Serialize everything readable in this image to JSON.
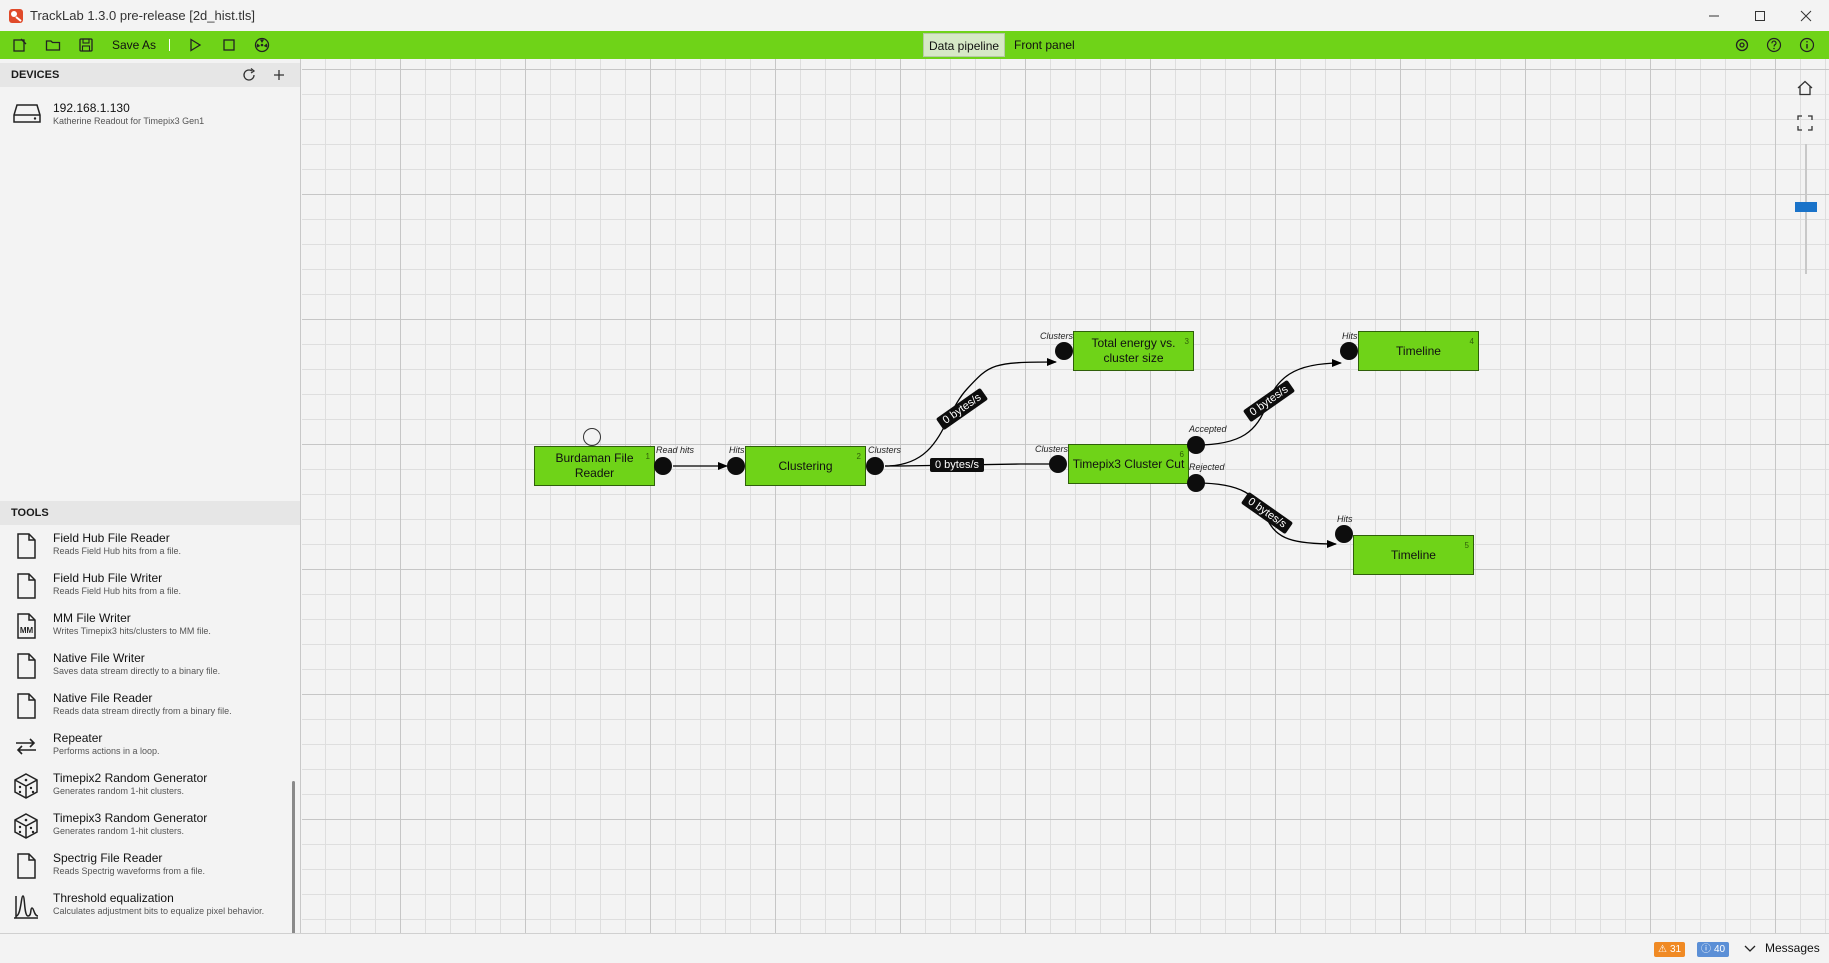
{
  "window": {
    "title": "TrackLab 1.3.0 pre-release [2d_hist.tls]"
  },
  "toolbar": {
    "save_as_label": "Save As",
    "tabs": [
      "Data pipeline",
      "Front panel"
    ]
  },
  "devices": {
    "header": "DEVICES",
    "items": [
      {
        "name": "192.168.1.130",
        "description": "Katherine Readout for Timepix3 Gen1"
      }
    ]
  },
  "tools": {
    "header": "TOOLS",
    "items": [
      {
        "name": "Field Hub File Reader",
        "description": "Reads Field Hub hits from a file.",
        "icon": "file-icon"
      },
      {
        "name": "Field Hub File Writer",
        "description": "Reads Field Hub hits from a file.",
        "icon": "file-icon"
      },
      {
        "name": "MM File Writer",
        "description": "Writes Timepix3 hits/clusters to MM file.",
        "icon": "mm-file-icon"
      },
      {
        "name": "Native File Writer",
        "description": "Saves data stream directly to a binary file.",
        "icon": "file-icon"
      },
      {
        "name": "Native File Reader",
        "description": "Reads data stream directly from a binary file.",
        "icon": "file-icon"
      },
      {
        "name": "Repeater",
        "description": "Performs actions in a loop.",
        "icon": "repeat-icon"
      },
      {
        "name": "Timepix2 Random Generator",
        "description": "Generates random 1-hit clusters.",
        "icon": "dice-icon"
      },
      {
        "name": "Timepix3 Random Generator",
        "description": "Generates random 1-hit clusters.",
        "icon": "dice-icon"
      },
      {
        "name": "Spectrig File Reader",
        "description": "Reads Spectrig waveforms from a file.",
        "icon": "file-icon"
      },
      {
        "name": "Threshold equalization",
        "description": "Calculates adjustment bits to equalize pixel behavior.",
        "icon": "histogram-icon"
      }
    ]
  },
  "pipeline": {
    "nodes": [
      {
        "id": "1",
        "label": "Burdaman File Reader"
      },
      {
        "id": "2",
        "label": "Clustering"
      },
      {
        "id": "3",
        "label": "Total energy vs. cluster size"
      },
      {
        "id": "4",
        "label": "Timeline"
      },
      {
        "id": "5",
        "label": "Timeline"
      },
      {
        "id": "6",
        "label": "Timepix3 Cluster Cut"
      }
    ],
    "port_labels": {
      "reader_out": "Read hits",
      "clustering_in": "Hits",
      "clustering_out": "Clusters",
      "energy_in": "Clusters",
      "cut_in": "Clusters",
      "cut_accepted": "Accepted",
      "cut_rejected": "Rejected",
      "timeline4_in": "Hits",
      "timeline5_in": "Hits"
    },
    "rates": {
      "clustering_to_energy": "0 bytes/s",
      "clustering_to_cut": "0 bytes/s",
      "accepted_to_timeline": "0 bytes/s",
      "rejected_to_timeline": "0 bytes/s"
    }
  },
  "status": {
    "warnings": "31",
    "infos": "40",
    "messages_label": "Messages"
  },
  "colors": {
    "accent_green": "#6fd318",
    "warning_badge": "#f08a24",
    "info_badge": "#5b8fd6",
    "zoom_thumb": "#1a73c9"
  }
}
